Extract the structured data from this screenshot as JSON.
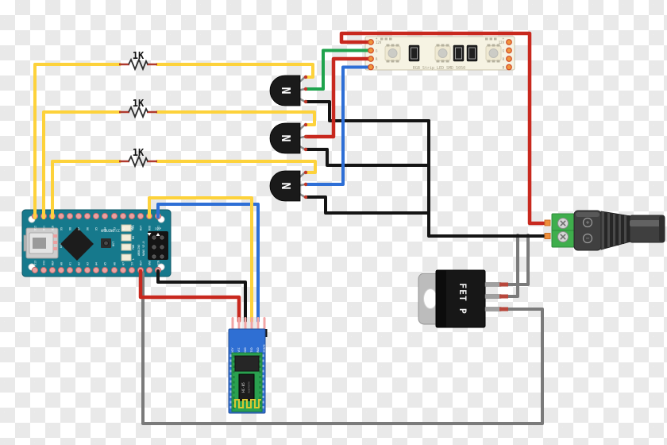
{
  "colors": {
    "wire_red": "#c8281e",
    "wire_green": "#1fa34d",
    "wire_blue": "#2e6fd6",
    "wire_yellow": "#fdd23b",
    "wire_black": "#141414",
    "wire_gray": "#7a7a7a",
    "nano_teal": "#16798c",
    "hc05_blue": "#2f6fd3",
    "hc05_green": "#2aa14f",
    "strip_body": "#f6f3e3",
    "jack_green": "#3fae4c",
    "pad_orange": "#f0953c"
  },
  "resistors": {
    "value_label": "1K"
  },
  "transistors": {
    "label": "N"
  },
  "mosfet": {
    "label": "FET P"
  },
  "led_strip": {
    "caption": "RGB Strip LED SMD 5050",
    "pin_labels": [
      "12V",
      "G",
      "R",
      "B"
    ],
    "plus_label": "+"
  },
  "arduino": {
    "top_pins": [
      "D12",
      "D11",
      "D10",
      "D9",
      "D8",
      "D7",
      "D6",
      "D5",
      "D4",
      "D3",
      "D2",
      "GND",
      "RST",
      "RXD",
      "TX1"
    ],
    "bottom_pins": [
      "D13",
      "3V3",
      "REF",
      "A0",
      "A1",
      "A2",
      "A3",
      "A4",
      "A5",
      "A6",
      "A7",
      "5V",
      "RST",
      "GND",
      "VIN"
    ],
    "brand": "ARDUINO.CC",
    "model_line1": "ARDUINO",
    "model_line2": "NANO V3.0",
    "reset_label": "RST",
    "icsp_label": "ICSP",
    "indicator_labels": [
      "TX1",
      "RX",
      "PWR",
      "L"
    ],
    "usb_label": "USB"
  },
  "bluetooth": {
    "pin_labels": [
      "KEY",
      "VCC",
      "GND",
      "TXD",
      "RXD",
      "STATE"
    ],
    "chip_label": "HC-05",
    "chip_sublabel": "BLUETOOTH"
  },
  "dc_jack": {
    "plus_label": "+",
    "minus_label": "−"
  }
}
